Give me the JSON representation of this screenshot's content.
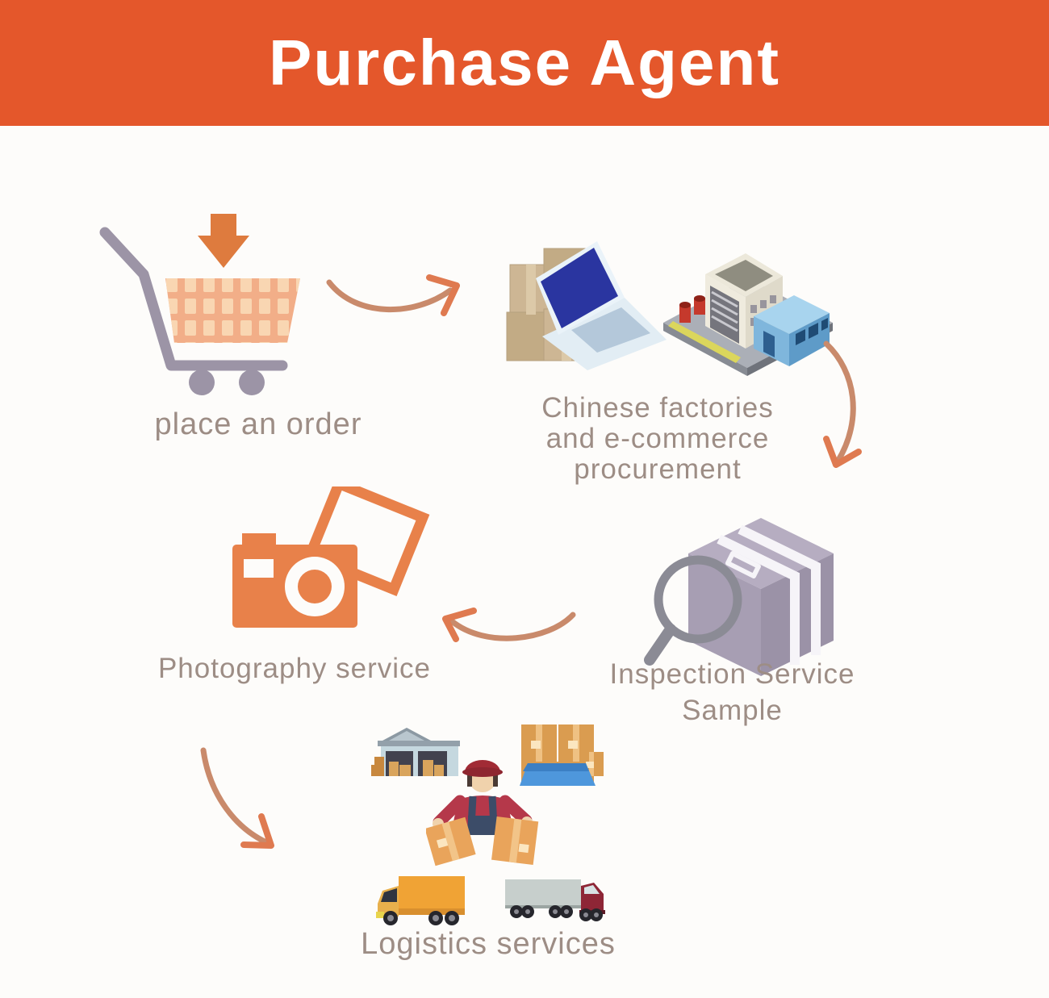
{
  "header": {
    "title": "Purchase Agent"
  },
  "colors": {
    "header_bg": "#E4572B",
    "header_text": "#FFFFFF",
    "label_text": "#9D8D85",
    "arrow": "#C98A6B",
    "arrow_head": "#DF7A50",
    "icon_orange": "#E8814A",
    "icon_gray_purple": "#A79EB3",
    "cart_basket": "#F2AE88",
    "cart_frame": "#9C94A6",
    "background": "#FDFCFA"
  },
  "steps": {
    "order": {
      "label": "place an order",
      "icon": "shopping-cart-icon"
    },
    "factories": {
      "line1": "Chinese factories",
      "line2": "and e-commerce",
      "line3": "procurement",
      "icon_left": "laptop-boxes-icon",
      "icon_right": "factory-icon"
    },
    "inspection": {
      "line1": "Inspection Service",
      "line2": "Sample",
      "icon": "magnifier-box-icon"
    },
    "photography": {
      "label": "Photography service",
      "icon": "camera-icon"
    },
    "logistics": {
      "label": "Logistics services",
      "icons": [
        "warehouse-icon",
        "cargo-boxes-icon",
        "delivery-worker-icon",
        "box-truck-icon",
        "semi-truck-icon"
      ]
    }
  }
}
